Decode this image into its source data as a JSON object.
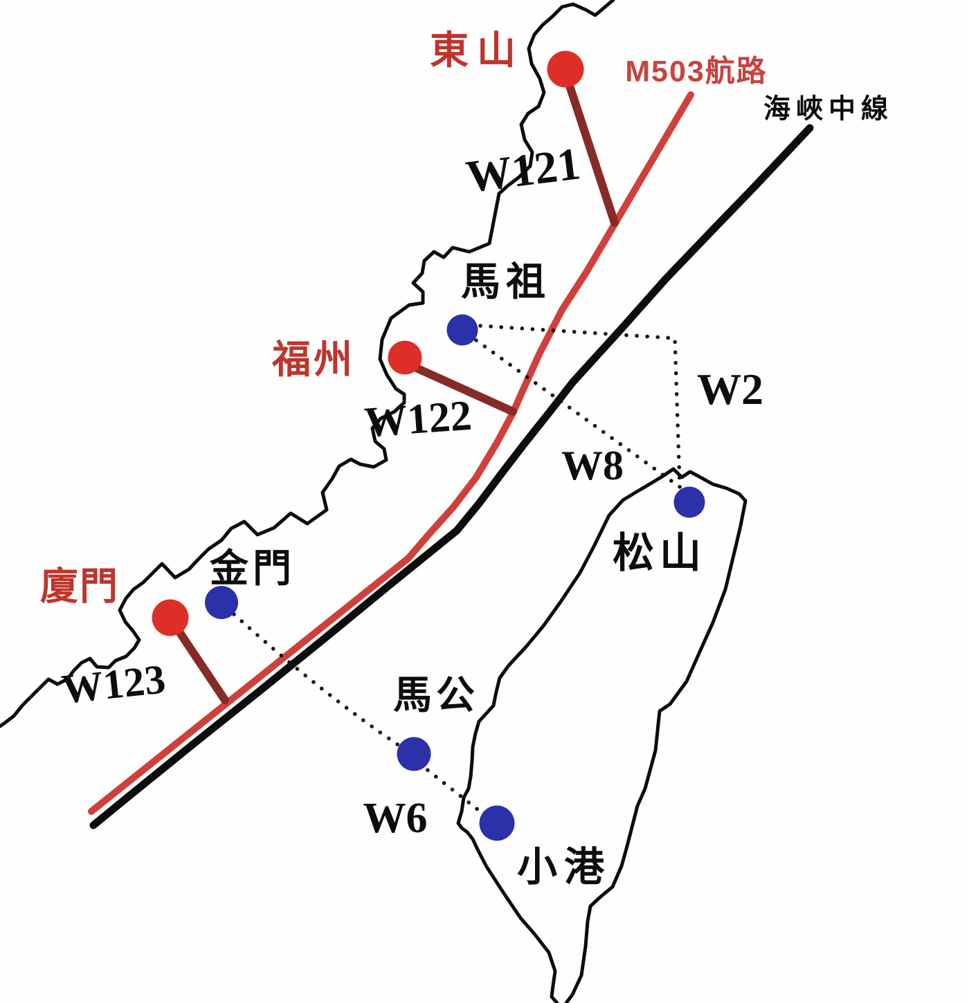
{
  "labels": {
    "dongshan": "東山",
    "m503_route": "M503航路",
    "median_line": "海峽中線",
    "w121": "W121",
    "mazu": "馬祖",
    "fuzhou": "福州",
    "w122": "W122",
    "w2": "W2",
    "w8": "W8",
    "songshan": "松山",
    "kinmen": "金門",
    "xiamen": "廈門",
    "w123": "W123",
    "magong": "馬公",
    "w6": "W6",
    "xiaogang": "小港"
  },
  "colors": {
    "m503_route_red": "#d0403a",
    "connector_dark_red": "#872b26",
    "mainland_city_dot_red": "#dd2f27",
    "red_label": "#bf352c",
    "taiwan_airport_dot_blue": "#2b31a9",
    "median_line_black": "#0d0d0d",
    "background": "#ffffff"
  }
}
